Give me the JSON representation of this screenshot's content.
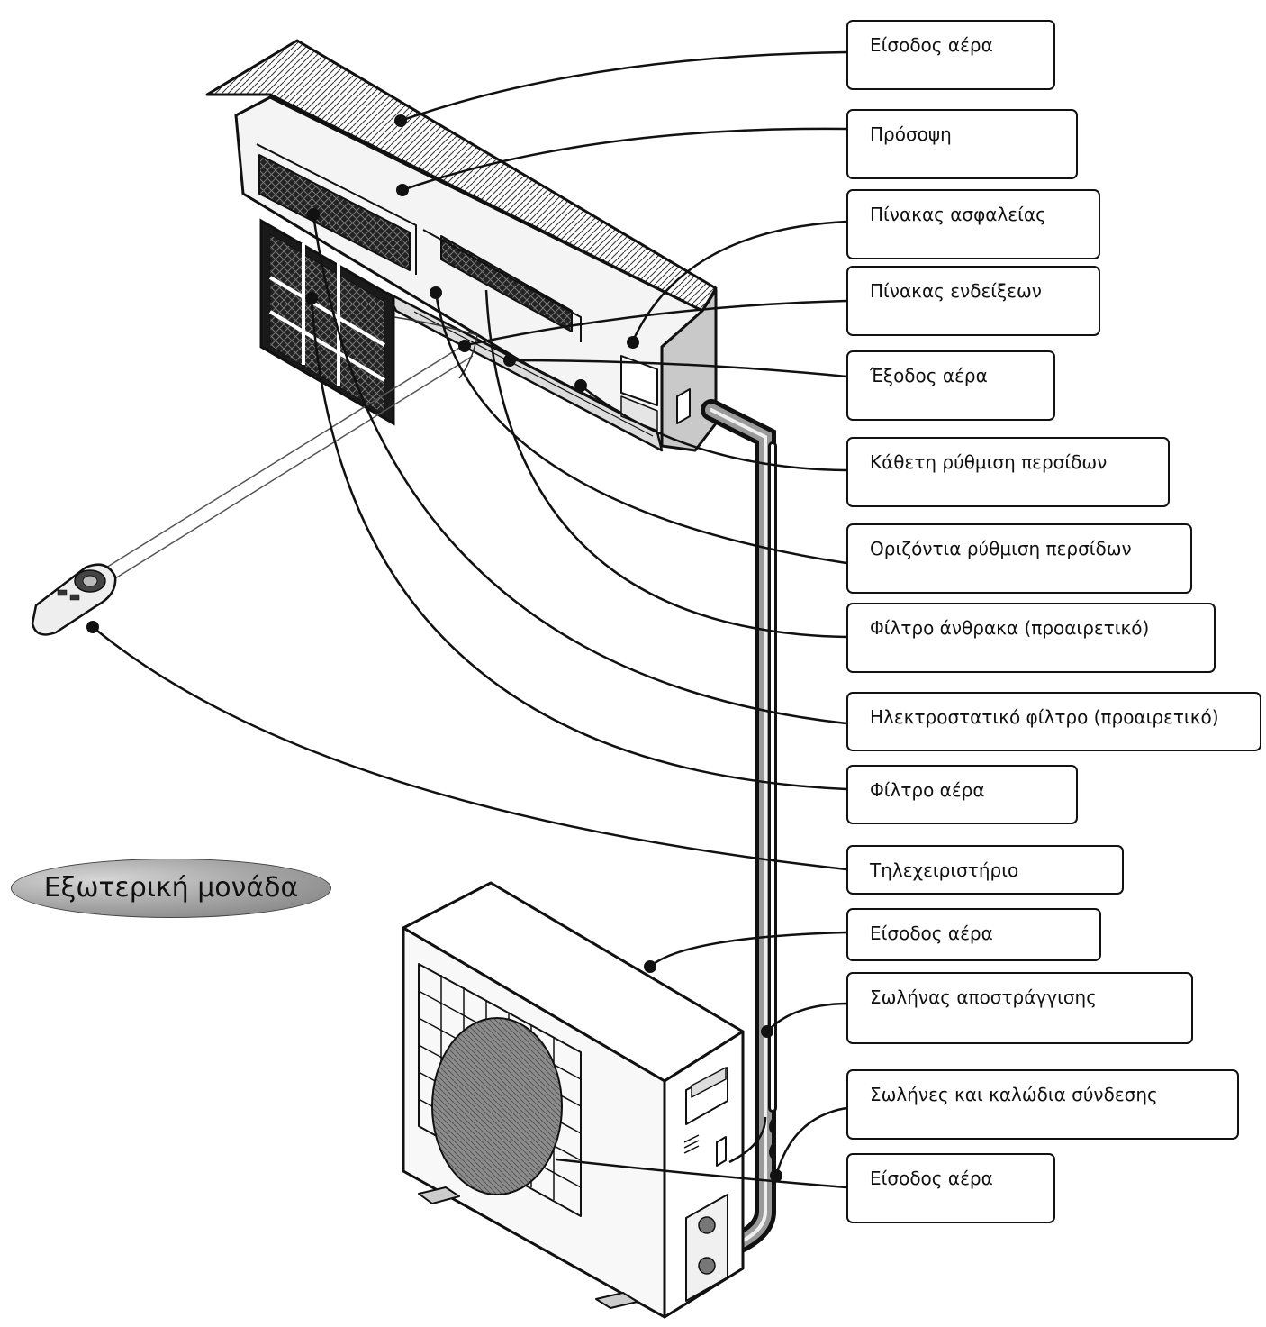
{
  "callouts": {
    "indoor_air_inlet": "Είσοδος αέρα",
    "front_panel": "Πρόσοψη",
    "fuse_board": "Πίνακας ασφαλείας",
    "indicator_panel": "Πίνακας ενδείξεων",
    "air_outlet": "Έξοδος αέρα",
    "vertical_louvers": "Κάθετη ρύθμιση περσίδων",
    "horizontal_louvers": "Οριζόντια ρύθμιση περσίδων",
    "carbon_filter": "Φίλτρο άνθρακα (προαιρετικό)",
    "electrostatic_filter": "Ηλεκτροστατικό φίλτρο (προαιρετικό)",
    "air_filter": "Φίλτρο αέρα",
    "remote_control": "Τηλεχειριστήριο",
    "outdoor_air_inlet_top": "Είσοδος αέρα",
    "drain_hose": "Σωλήνας αποστράγγισης",
    "connection_pipes": "Σωλήνες και καλώδια σύνδεσης",
    "outdoor_air_inlet_fan": "Είσοδος αέρα"
  },
  "outdoor_unit_label": "Εξωτερική μονάδα"
}
